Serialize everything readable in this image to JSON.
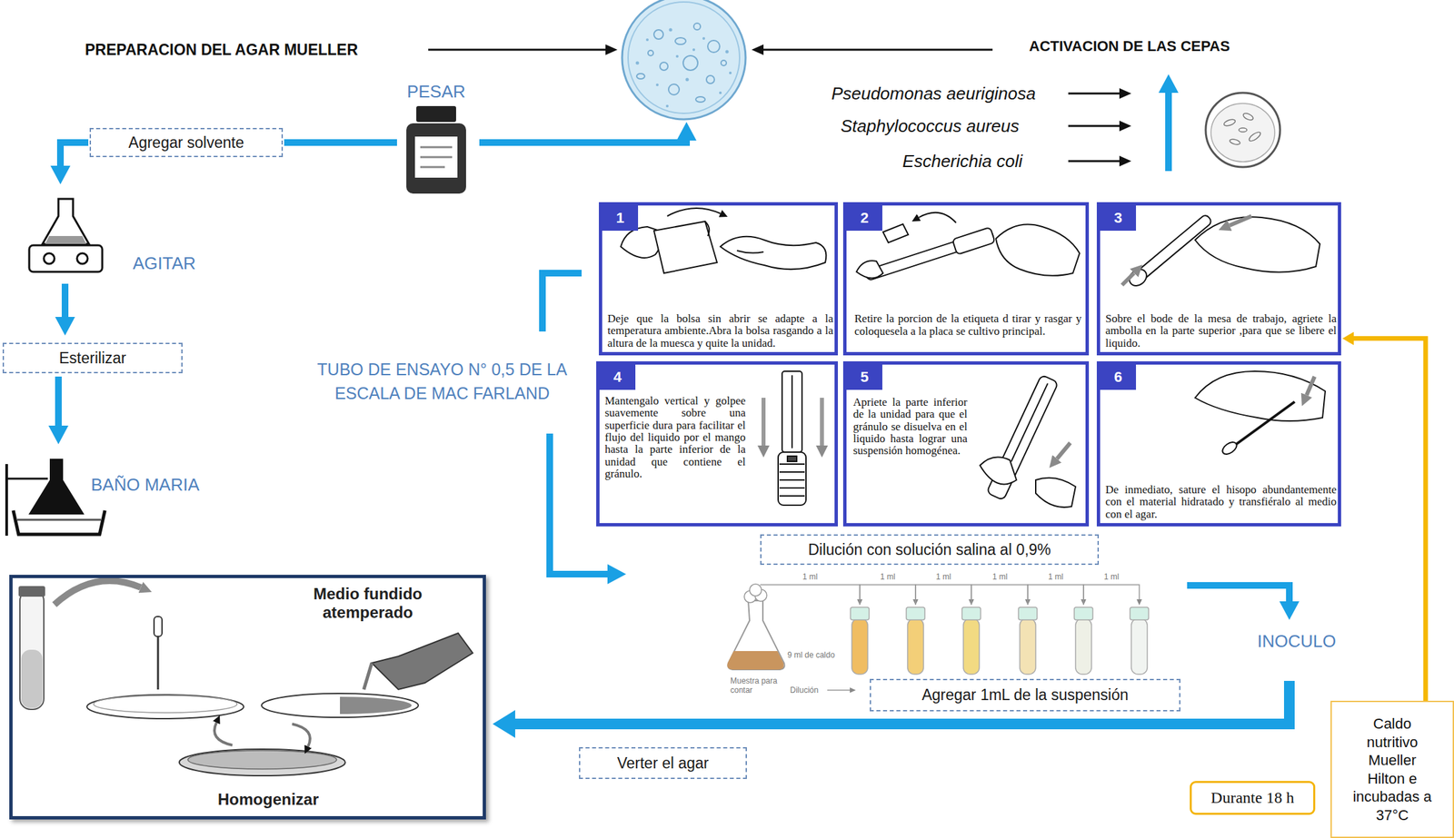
{
  "diagram": {
    "nodes": [
      {
        "text": [
          "Agregar solvente"
        ]
      },
      {
        "text": [
          "1",
          "Deje que la bolsa sin abrir se adapte a la temperatura ambiente.Abra la bolsa rasgando a la altura de la muesca y quite la unidad."
        ]
      },
      {
        "text": [
          "2",
          "Retire la porcion de la etiqueta d tirar y rasgar y coloquesela a la placa se cultivo principal."
        ]
      },
      {
        "text": [
          "3",
          "Sobre el bode de la mesa de trabajo, agriete la ambolla en la parte superior ,para que se libere el liquido."
        ]
      },
      {
        "text": [
          "Esterilizar"
        ]
      },
      {
        "text": [
          "4",
          "Mantengalo vertical y golpee suavemente sobre una superficie dura para facilitar el flujo del liquido por el mango hasta la parte inferior de la unidad que contiene el gránulo."
        ]
      },
      {
        "text": [
          "5",
          "Apriete la parte inferior de la unidad para que el gránulo se disuelva en el liquido hasta lograr una suspensión homogénea."
        ]
      },
      {
        "text": [
          "6",
          "De inmediato, sature el hisopo abundantemente con el material hidratado y transfiéralo al medio con el agar."
        ]
      },
      {
        "text": [
          "Dilución con solución salina al 0,9%"
        ]
      },
      {
        "text": [
          "Medio fundido atemperado",
          "Homogenizar"
        ]
      },
      {
        "text": [
          "Agregar 1mL de la suspensión"
        ]
      },
      {
        "text": [
          "Verter el agar"
        ]
      },
      {
        "text": [
          "Durante 18 h"
        ]
      },
      {
        "text": [
          "Caldo nutritivo Mueller Hilton e incubadas a 37°C"
        ]
      }
    ],
    "edges": [
      {
        "from": 13,
        "to": 3,
        "arrow": "to"
      }
    ],
    "labels": [
      "PREPARACION DEL AGAR MUELLER",
      "PESAR",
      "ACTIVACION DE LAS CEPAS",
      "Pseudomonas aeuriginosa",
      "Staphylococcus aureus",
      "Escherichia coli",
      "AGITAR",
      "BAÑO MARIA",
      "TUBO DE ENSAYO N° 0,5 DE LA ESCALA DE MAC FARLAND",
      "1 ml",
      "1 ml",
      "1 ml",
      "1 ml",
      "1 ml",
      "1 ml",
      "9 ml de caldo",
      "Muestra para contar",
      "Dilución",
      "INOCULO"
    ]
  }
}
